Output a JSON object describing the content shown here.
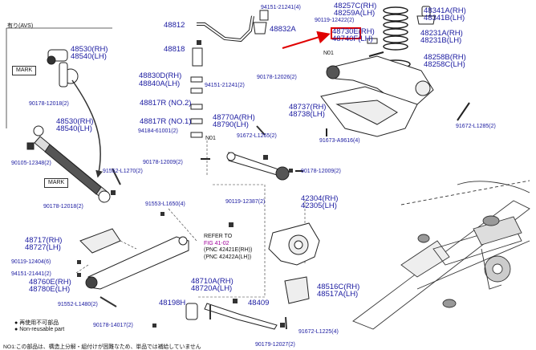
{
  "avs_note": "有り(AVS)",
  "mark_label": "MARK",
  "refer_lines": [
    "REFER TO",
    "FIG 41-02",
    "(PNC 42421E(RH))",
    "(PNC 42422A(LH))"
  ],
  "legend": [
    {
      "symbol": "●",
      "text": "再使用不可部品"
    },
    {
      "symbol": "●",
      "text": "Non-reusable part"
    }
  ],
  "footnote": "NO1:この部品は、構造上分解・組付けが困難なため、単品では補給していません",
  "highlight_part": "48730E",
  "parts": {
    "p48812": "48812",
    "p94151_21241_4": "94151-21241(4)",
    "p48832A": "48832A",
    "p48818": "48818",
    "p48530_a": "48530(RH)",
    "p48540_a": "48540(LH)",
    "p48830D": "48830D(RH)",
    "p48840A": "48840A(LH)",
    "p94151_21241_2": "94151-21241(2)",
    "p90178_12018_a": "90178-12018(2)",
    "p48817R_1": "48817R (NO.2)",
    "p48817R_2": "48817R (NO.1)",
    "p94184_61001": "94184-61001(2)",
    "p48530_b": "48530(RH)",
    "p48540_b": "48540(LH)",
    "p90105_12348": "90105-12348(2)",
    "p91552_L1270": "91552-L1270(2)",
    "p90178_12018_b": "90178-12018(2)",
    "p48770A": "48770A(RH)",
    "p48790": "48790(LH)",
    "p91672_L1265": "91672-L1265(2)",
    "p90178_12009_a": "90178-12009(2)",
    "p90178_12009_b": "90178-12009(2)",
    "p90119_12387": "90119-12387(2)",
    "p48257C": "48257C(RH)",
    "p48259A": "48259A(LH)",
    "p90119_12422": "90119-12422(2)",
    "p48730E": "48730E(RH)",
    "p48740F": "48740F(LH)",
    "p48341A": "48341A(RH)",
    "p48341B": "48341B(LH)",
    "p48231A": "48231A(RH)",
    "p48231B": "48231B(LH)",
    "p48258B": "48258B(RH)",
    "p48258C": "48258C(LH)",
    "p90178_12026": "90178-12026(2)",
    "p48737": "48737(RH)",
    "p48738": "48738(LH)",
    "p91672_L1285": "91672-L1285(2)",
    "p91673_A9616": "91673-A9616(4)",
    "p91553_L1650": "91553-L1650(4)",
    "p42304": "42304(RH)",
    "p42305": "42305(LH)",
    "p48717": "48717(RH)",
    "p48727": "48727(LH)",
    "p90119_12404": "90119-12404(6)",
    "p94151_21441": "94151-21441(2)",
    "p48760E": "48760E(RH)",
    "p48780E": "48780E(LH)",
    "p91552_L1480": "91552-L1480(2)",
    "p48198H": "48198H",
    "p48710A": "48710A(RH)",
    "p48720A": "48720A(LH)",
    "p48409": "48409",
    "p48516C": "48516C(RH)",
    "p48517A": "48517A(LH)",
    "p90178_14017": "90178-14017(2)",
    "p91672_L1225": "91672-L1225(4)",
    "p90179_12027": "90179-12027(2)",
    "n01_a": "N01",
    "n01_b": "N01"
  },
  "colors": {
    "part_number": "#1a1aa0",
    "highlight": "#e00000",
    "line": "#333333"
  }
}
